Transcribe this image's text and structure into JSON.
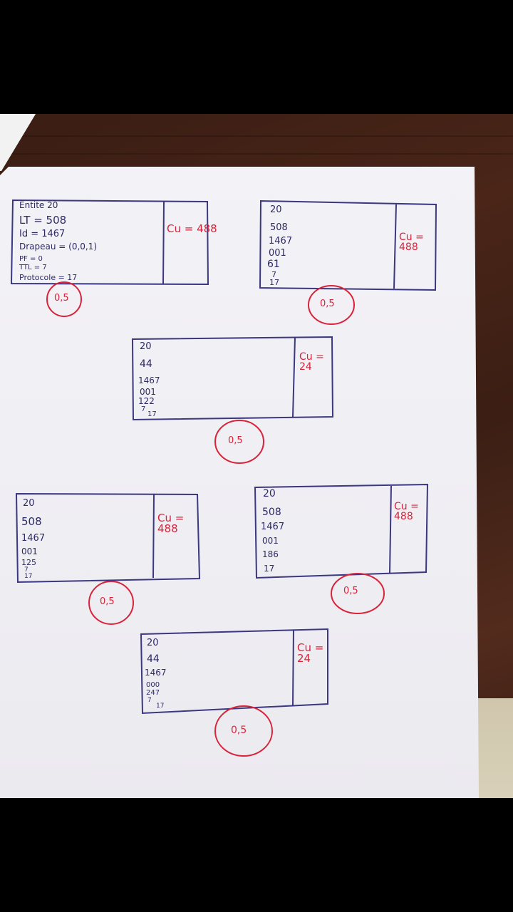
{
  "boxes": [
    {
      "lines": [
        "Entite 20",
        "LT = 508",
        "Id = 1467",
        "Drapeau = (0,0,1)",
        "PF = 0",
        "TTL = 7",
        "Protocole = 17"
      ],
      "result": "Cu = 488",
      "grade": "0,5"
    },
    {
      "lines": [
        "20",
        "508",
        "1467",
        "001",
        "61",
        "7",
        "17"
      ],
      "result": "Cu = 488",
      "grade": "0,5"
    },
    {
      "lines": [
        "20",
        "44",
        "1467",
        "001",
        "122",
        "7",
        "17"
      ],
      "result": "Cu = 24",
      "grade": "0,5"
    },
    {
      "lines": [
        "20",
        "508",
        "1467",
        "001",
        "125",
        "7",
        "17"
      ],
      "result": "Cu = 488",
      "grade": "0,5"
    },
    {
      "lines": [
        "20",
        "508",
        "1467",
        "001",
        "186",
        "17"
      ],
      "result": "Cu = 488",
      "grade": "0,5"
    },
    {
      "lines": [
        "20",
        "44",
        "1467",
        "000",
        "247",
        "7",
        "17"
      ],
      "result": "Cu = 24",
      "grade": "0,5"
    }
  ],
  "colors": {
    "ink": "#2d2a66",
    "grade_ink": "#d8233a",
    "paper": "#f1f0f5",
    "wood": "#4a2518"
  }
}
